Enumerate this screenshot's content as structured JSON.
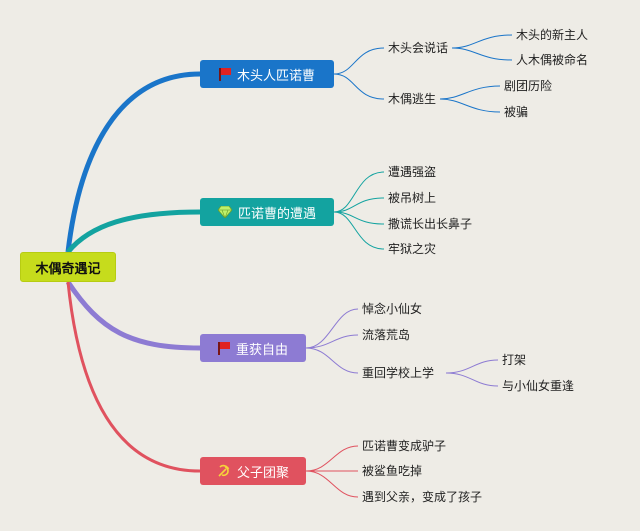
{
  "root": {
    "label": "木偶奇遇记"
  },
  "branches": [
    {
      "label": "木头人匹诺曹",
      "icon": "red-flag-icon",
      "color": "#1a75c9",
      "children": [
        {
          "label": "木头会说话",
          "children": [
            {
              "label": "木头的新主人"
            },
            {
              "label": "人木偶被命名"
            }
          ]
        },
        {
          "label": "木偶逃生",
          "children": [
            {
              "label": "剧团历险"
            },
            {
              "label": "被骗"
            }
          ]
        }
      ]
    },
    {
      "label": "匹诺曹的遭遇",
      "icon": "diamond-gem-icon",
      "color": "#13a3a0",
      "children": [
        {
          "label": "遭遇强盗"
        },
        {
          "label": "被吊树上"
        },
        {
          "label": "撒谎长出长鼻子"
        },
        {
          "label": "牢狱之灾"
        }
      ]
    },
    {
      "label": "重获自由",
      "icon": "red-flag-icon",
      "color": "#8d7bd3",
      "children": [
        {
          "label": "悼念小仙女"
        },
        {
          "label": "流落荒岛"
        },
        {
          "label": "重回学校上学",
          "children": [
            {
              "label": "打架"
            },
            {
              "label": "与小仙女重逢"
            }
          ]
        }
      ]
    },
    {
      "label": "父子团聚",
      "icon": "hammer-sickle-icon",
      "color": "#e0525f",
      "children": [
        {
          "label": "匹诺曹变成驴子"
        },
        {
          "label": "被鲨鱼吃掉"
        },
        {
          "label": "遇到父亲，变成了孩子"
        }
      ]
    }
  ],
  "colors": {
    "background": "#eeece6",
    "root": "#c6dc1c"
  }
}
